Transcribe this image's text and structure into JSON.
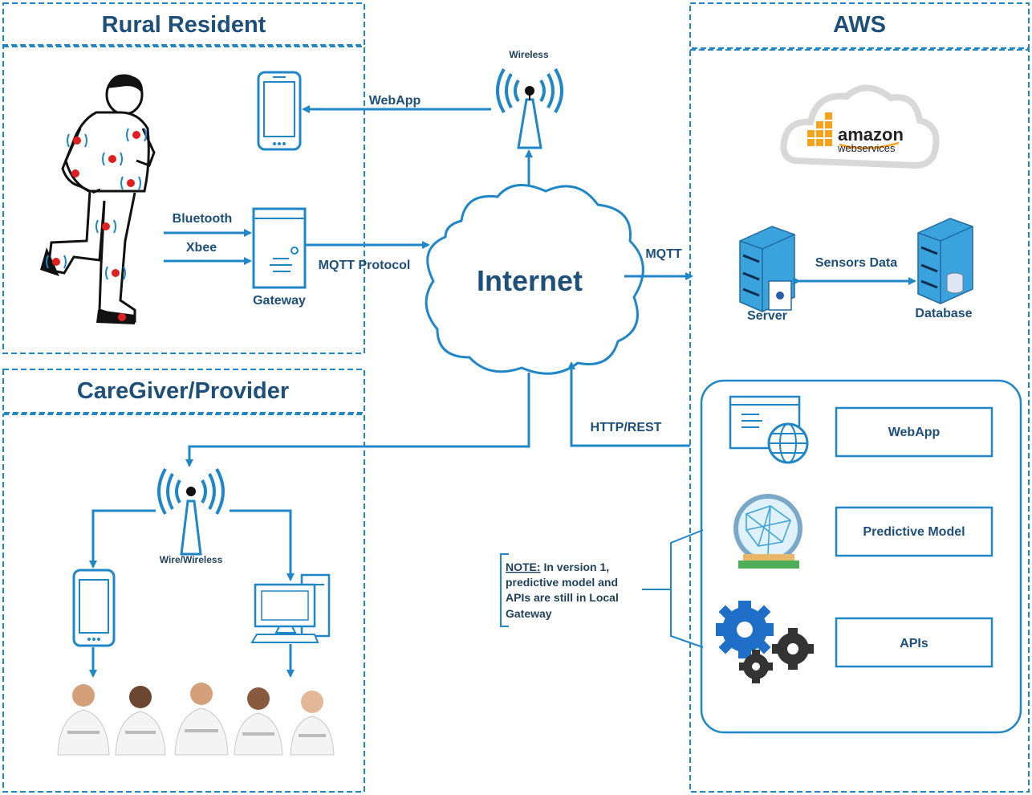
{
  "sections": {
    "rural_resident": "Rural Resident",
    "caregiver": "CareGiver/Provider",
    "aws": "AWS"
  },
  "rural": {
    "bluetooth": "Bluetooth",
    "xbee": "Xbee",
    "gateway": "Gateway",
    "mqtt_protocol": "MQTT Protocol",
    "webapp": "WebApp",
    "wireless": "Wireless"
  },
  "internet": "Internet",
  "aws_side": {
    "mqtt": "MQTT",
    "sensors_data": "Sensors Data",
    "server": "Server",
    "database": "Database",
    "http_rest": "HTTP/REST",
    "logo_amazon": "amazon",
    "logo_webservices": "webservices",
    "services": [
      "WebApp",
      "Predictive Model",
      "APIs"
    ]
  },
  "caregiver_side": {
    "wire_wireless": "Wire/Wireless"
  },
  "note": {
    "label": "NOTE:",
    "line1": " In version 1,",
    "line2": "predictive model and",
    "line3": "APIs are still in Local",
    "line4": "Gateway"
  },
  "colors": {
    "accent": "#1f86c8",
    "title": "#1e4f7a",
    "sensor": "#e02020",
    "aws_orange": "#f7a21b"
  }
}
